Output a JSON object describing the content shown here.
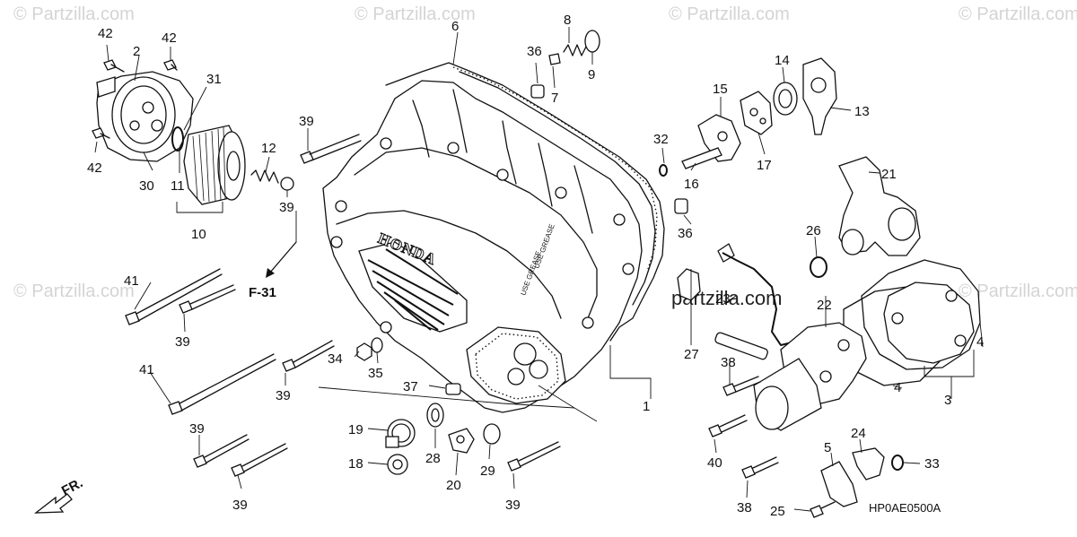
{
  "watermarks": {
    "partzilla_corner": "© Partzilla.com",
    "partzilla_center": "partzilla.com"
  },
  "diagram": {
    "code": "HP0AE0500A",
    "ref_label": "F-31",
    "front_label": "FR.",
    "cover_brand": "HONDA",
    "cover_stamp_1": "USE GREASE",
    "cover_stamp_2": "USE GREASE"
  },
  "callouts": [
    "1",
    "2",
    "3",
    "4",
    "4",
    "5",
    "6",
    "7",
    "8",
    "9",
    "10",
    "11",
    "12",
    "13",
    "14",
    "15",
    "16",
    "17",
    "18",
    "19",
    "20",
    "21",
    "22",
    "23",
    "24",
    "25",
    "26",
    "27",
    "28",
    "29",
    "30",
    "31",
    "32",
    "33",
    "34",
    "35",
    "36",
    "36",
    "37",
    "38",
    "38",
    "39",
    "39",
    "39",
    "39",
    "39",
    "39",
    "39",
    "40",
    "41",
    "41",
    "42",
    "42",
    "42"
  ],
  "colors": {
    "ink": "#111111",
    "watermark": "#d4d4d4",
    "background": "#ffffff"
  }
}
